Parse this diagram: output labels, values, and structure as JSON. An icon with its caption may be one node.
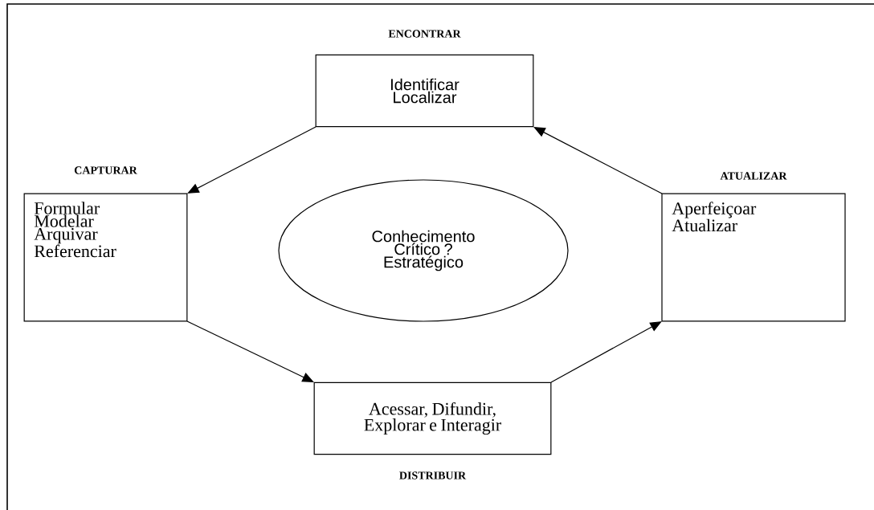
{
  "diagram": {
    "nodes": [
      {
        "text": [
          "ENCONTRAR",
          "Identificar Localizar"
        ]
      },
      {
        "text": [
          "CAPTURAR",
          "Formular Modelar Arquivar Referenciar"
        ]
      },
      {
        "text": [
          "Conhecimento Crítico ? Estratégico"
        ]
      },
      {
        "text": [
          "Acessar, Difundir, Explorar e Interagir",
          "DISTRIBUIR"
        ]
      },
      {
        "text": [
          "ATUALIZAR",
          "Aperfeiçoar Atualizar"
        ]
      }
    ],
    "edges": [
      {
        "from": 0,
        "to": 1,
        "arrow": "to"
      },
      {
        "from": 1,
        "to": 3,
        "arrow": "to"
      },
      {
        "from": 3,
        "to": 4,
        "arrow": "to"
      },
      {
        "from": 4,
        "to": 0,
        "arrow": "to"
      }
    ]
  }
}
